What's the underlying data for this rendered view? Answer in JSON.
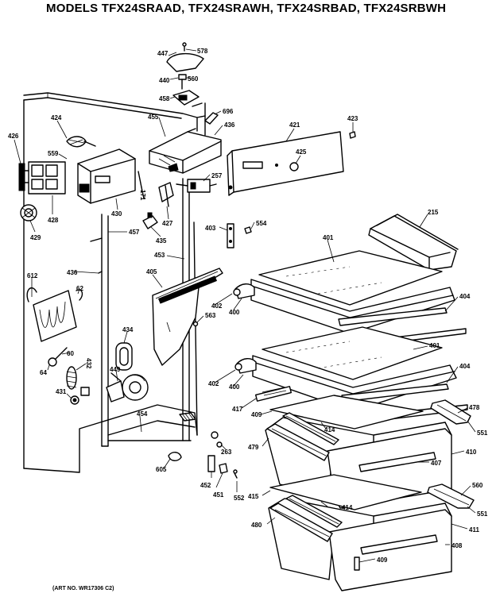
{
  "title": "MODELS TFX24SRAAD, TFX24SRAWH, TFX24SRBAD, TFX24SRBWH",
  "art_no": "(ART NO. WR17306 C2)",
  "part_labels": {
    "p578": "578",
    "p447": "447",
    "p560": "560",
    "p440": "440",
    "p458": "458",
    "p696": "696",
    "p455": "455",
    "p436a": "436",
    "p423": "423",
    "p421": "421",
    "p425": "425",
    "p424": "424",
    "p426": "426",
    "p559": "559",
    "p428": "428",
    "p430": "430",
    "p171": "171",
    "p257": "257",
    "p429": "429",
    "p427": "427",
    "p457": "457",
    "p435": "435",
    "p403": "403",
    "p554": "554",
    "p215": "215",
    "p401a": "401",
    "p453": "453",
    "p436b": "436",
    "p612": "612",
    "p62": "62",
    "p405": "405",
    "p402a": "402",
    "p400a": "400",
    "p404a": "404",
    "p563": "563",
    "p434": "434",
    "p401b": "401",
    "p60": "60",
    "p64": "64",
    "p432": "432",
    "p449": "449",
    "p402b": "402",
    "p400b": "400",
    "p404b": "404",
    "p431": "431",
    "p417": "417",
    "p409a": "409",
    "p479": "479",
    "p454": "454",
    "p414a": "414",
    "p551a": "551",
    "p478": "478",
    "p263": "263",
    "p410": "410",
    "p407": "407",
    "p605": "605",
    "p452": "452",
    "p451": "451",
    "p552": "552",
    "p415": "415",
    "p560b": "560",
    "p414b": "414",
    "p551b": "551",
    "p480": "480",
    "p411": "411",
    "p408": "408",
    "p409b": "409"
  }
}
